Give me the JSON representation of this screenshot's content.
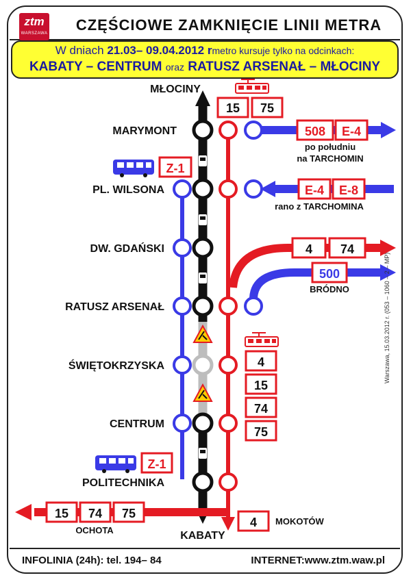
{
  "logo": {
    "text": "ztm",
    "sub": "WARSZAWA"
  },
  "title": "CZĘŚCIOWE ZAMKNIĘCIE LINII METRA",
  "notice": {
    "line1_prefix": "W dniach",
    "line1_dates": "21.03– 09.04.2012",
    "line1_r": "r",
    "line1_suffix": "metro kursuje tylko na odcinkach:",
    "line2_a": "KABATY –  CENTRUM",
    "line2_oraz": "oraz",
    "line2_b": "RATUSZ ARSENAŁ –  MŁOCINY"
  },
  "stations": {
    "mlociny": "MŁOCINY",
    "marymont": "MARYMONT",
    "wilsona": "PL. WILSONA",
    "gdanski": "DW. GDAŃSKI",
    "arsenal": "RATUSZ ARSENAŁ",
    "swietokrzyska": "ŚWIĘTOKRZYSKA",
    "centrum": "CENTRUM",
    "politechnika": "POLITECHNIKA",
    "kabaty": "KABATY"
  },
  "lines": {
    "top_tram_1": "15",
    "top_tram_2": "75",
    "marymont_1": "508",
    "marymont_2": "E-4",
    "marymont_note_1": "po południu",
    "marymont_note_2": "na TARCHOMIN",
    "bus_z1_top": "Z-1",
    "wilsona_1": "E-4",
    "wilsona_2": "E-8",
    "wilsona_note": "rano z TARCHOMINA",
    "gdanski_1": "4",
    "gdanski_2": "74",
    "arsenal_bus": "500",
    "arsenal_note": "BRÓDNO",
    "tram_list": [
      "4",
      "15",
      "74",
      "75"
    ],
    "bus_z1_bottom": "Z-1",
    "ochota_1": "15",
    "ochota_2": "74",
    "ochota_3": "75",
    "ochota_note": "OCHOTA",
    "mokotow_1": "4",
    "mokotow_note": "MOKOTÓW"
  },
  "footer": {
    "left": "INFOLINIA (24h): tel. 194– 84",
    "right": "INTERNET:www.ztm.waw.pl",
    "side": "Warszawa, 15.03.2012 r. (053 – 1060 – 2 – MP)"
  },
  "colors": {
    "red": "#e41b23",
    "blue": "#3a3ae6",
    "black": "#111111",
    "closed": "#bdbdbd",
    "yellow": "#ffff33"
  }
}
